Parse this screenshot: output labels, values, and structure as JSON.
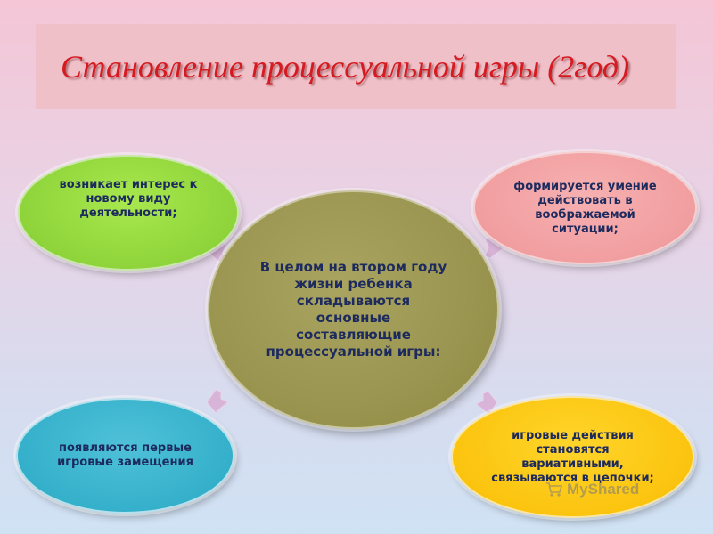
{
  "title": "Становление процессуальной игры (2год)",
  "center": {
    "text": "В целом на втором году жизни ребенка складываются основные составляющие процессуальной игры:"
  },
  "nodes": {
    "top_left": "возникает интерес к новому виду деятельности;",
    "top_right": "формируется умение действовать в воображаемой ситуации;",
    "bottom_left": "появляются первые игровые замещения",
    "bottom_right": "игровые действия становятся вариативными, связываются в цепочки;"
  },
  "watermark": {
    "text": "MyShared"
  },
  "colors": {
    "title": "#d51a22",
    "center": "#9a9550",
    "top_left": "#8ed43a",
    "top_right": "#f19ea0",
    "bottom_left": "#35b0cb",
    "bottom_right": "#fbc40f",
    "connector": "#d7b4d8"
  }
}
